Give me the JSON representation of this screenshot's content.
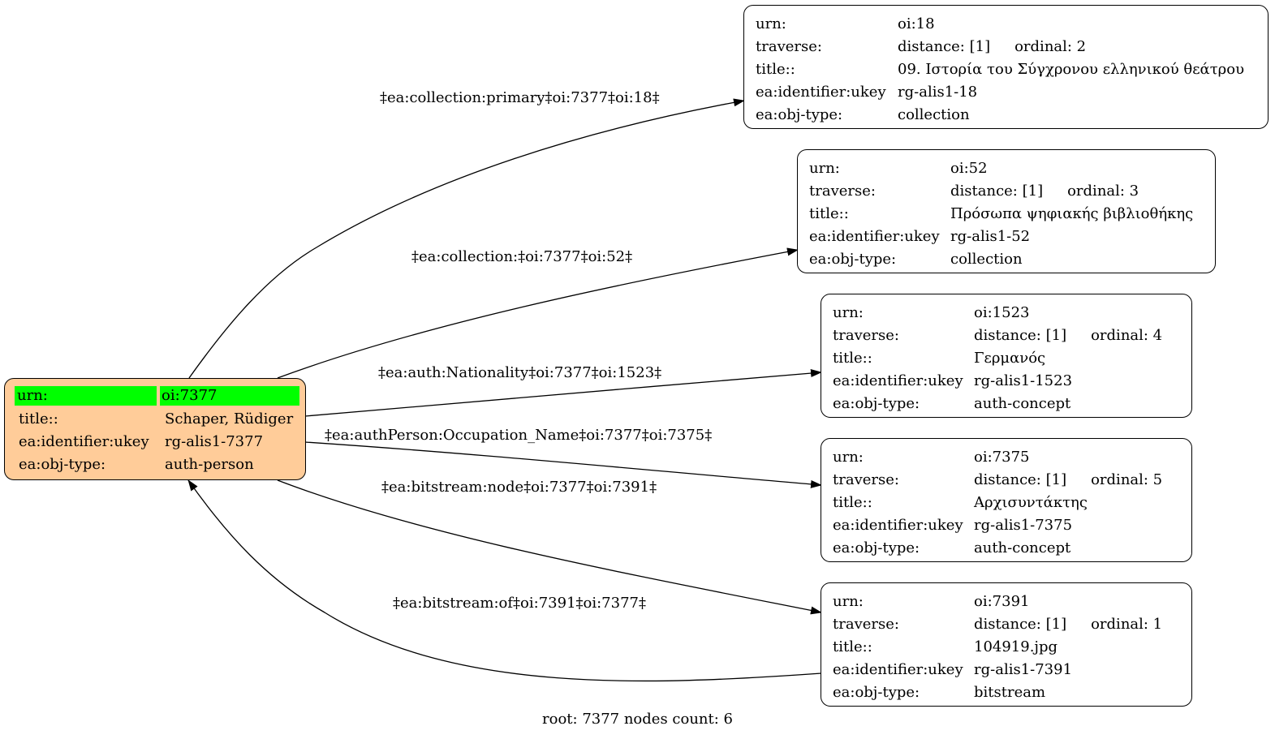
{
  "root_node": {
    "rows": [
      {
        "key": "urn:",
        "value": "oi:7377"
      },
      {
        "key": "title::",
        "value": "Schaper, Rüdiger"
      },
      {
        "key": "ea:identifier:ukey",
        "value": "rg-alis1-7377"
      },
      {
        "key": "ea:obj-type:",
        "value": "auth-person"
      }
    ]
  },
  "nodes": [
    {
      "urn": "oi:18",
      "distance": "distance: [1]",
      "ordinal": "ordinal: 2",
      "title": "09. Ιστορία του Σύγχρονου ελληνικού θεάτρου",
      "ukey": "rg-alis1-18",
      "obj_type": "collection"
    },
    {
      "urn": "oi:52",
      "distance": "distance: [1]",
      "ordinal": "ordinal: 3",
      "title": "Πρόσωπα ψηφιακής βιβλιοθήκης",
      "ukey": "rg-alis1-52",
      "obj_type": "collection"
    },
    {
      "urn": "oi:1523",
      "distance": "distance: [1]",
      "ordinal": "ordinal: 4",
      "title": "Γερμανός",
      "ukey": "rg-alis1-1523",
      "obj_type": "auth-concept"
    },
    {
      "urn": "oi:7375",
      "distance": "distance: [1]",
      "ordinal": "ordinal: 5",
      "title": "Αρχισυντάκτης",
      "ukey": "rg-alis1-7375",
      "obj_type": "auth-concept"
    },
    {
      "urn": "oi:7391",
      "distance": "distance: [1]",
      "ordinal": "ordinal: 1",
      "title": "104919.jpg",
      "ukey": "rg-alis1-7391",
      "obj_type": "bitstream"
    }
  ],
  "labels": {
    "urn": "urn:",
    "traverse": "traverse:",
    "title": "title::",
    "ukey": "ea:identifier:ukey",
    "obj_type": "ea:obj-type:"
  },
  "edges": [
    {
      "label": "‡ea:collection:primary‡oi:7377‡oi:18‡"
    },
    {
      "label": "‡ea:collection:‡oi:7377‡oi:52‡"
    },
    {
      "label": "‡ea:auth:Nationality‡oi:7377‡oi:1523‡"
    },
    {
      "label": "‡ea:authPerson:Occupation_Name‡oi:7377‡oi:7375‡"
    },
    {
      "label": "‡ea:bitstream:node‡oi:7377‡oi:7391‡"
    },
    {
      "label": "‡ea:bitstream:of‡oi:7391‡oi:7377‡"
    }
  ],
  "footer": "root: 7377 nodes count: 6"
}
